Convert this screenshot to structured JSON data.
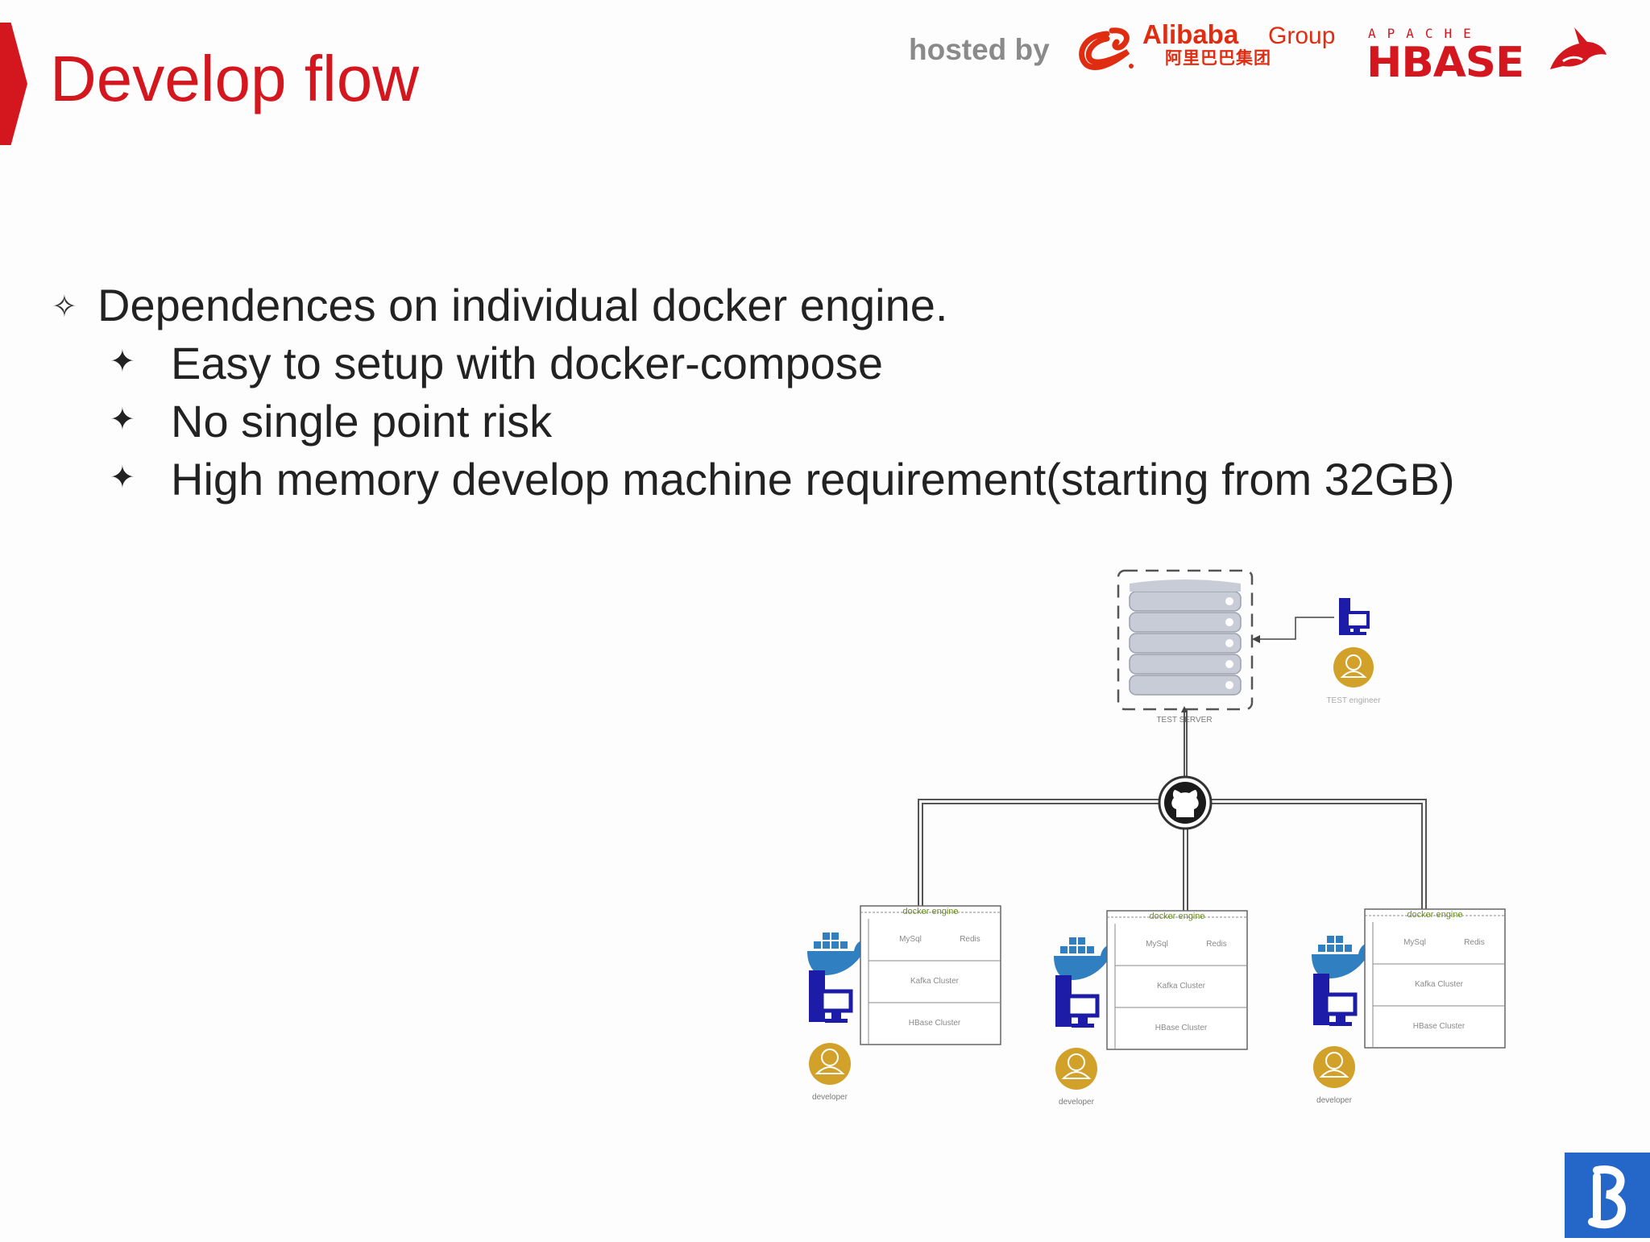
{
  "slide": {
    "title": "Develop flow",
    "hosted_by": "hosted by",
    "logos": {
      "alibaba_name": "Alibaba",
      "alibaba_group": "Group",
      "alibaba_cn": "阿里巴巴集团",
      "apache": "APACHE",
      "hbase": "HBASE"
    },
    "bullet_main": "Dependences on individual docker engine.",
    "sub_bullets": [
      "Easy to setup with docker-compose",
      "No single point risk",
      "High memory develop machine requirement(starting from 32GB)"
    ]
  },
  "diagram": {
    "test_server_label": "TEST SERVER",
    "test_engineer_label": "TEST engineer",
    "developer_label": "developer",
    "engine_title": "docker engine",
    "engine_rows": [
      "MySql",
      "Redis",
      "Kafka Cluster",
      "HBase Cluster"
    ]
  },
  "colors": {
    "accent_red": "#d4171e",
    "text": "#222222",
    "icon_blue": "#1c1ca8",
    "docker_blue": "#2f7fc1",
    "avatar_gold": "#d1a12a",
    "badge_blue": "#2567c9"
  }
}
